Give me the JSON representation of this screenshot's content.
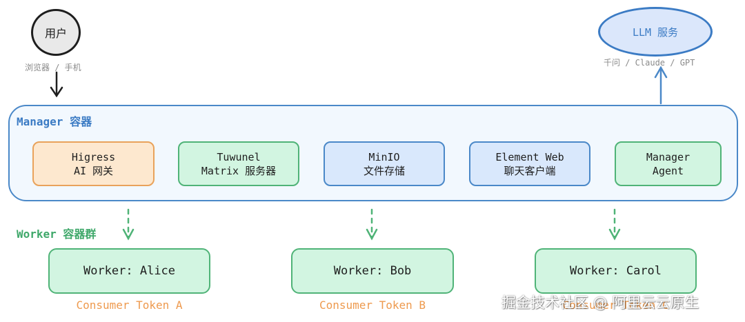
{
  "colors": {
    "manager_blue": "#4a88c8",
    "worker_green": "#4fb377",
    "token_orange": "#ee9a4e",
    "higress_orange": "#e9a25a"
  },
  "user": {
    "label": "用户",
    "caption": "浏览器 / 手机"
  },
  "llm": {
    "label": "LLM 服务",
    "caption": "千问 / Claude / GPT"
  },
  "manager": {
    "title": "Manager 容器",
    "components": [
      {
        "line1": "Higress",
        "line2": "AI 网关",
        "color": "orange"
      },
      {
        "line1": "Tuwunel",
        "line2": "Matrix 服务器",
        "color": "green"
      },
      {
        "line1": "MinIO",
        "line2": "文件存储",
        "color": "blue"
      },
      {
        "line1": "Element Web",
        "line2": "聊天客户端",
        "color": "blue"
      },
      {
        "line1": "Manager",
        "line2": "Agent",
        "color": "green"
      }
    ]
  },
  "workers": {
    "group_label": "Worker 容器群",
    "items": [
      {
        "label": "Worker: Alice",
        "token": "Consumer Token A"
      },
      {
        "label": "Worker: Bob",
        "token": "Consumer Token B"
      },
      {
        "label": "Worker: Carol",
        "token": "Consumer Token C"
      }
    ]
  },
  "watermark": "掘金技术社区 @ 阿里云云原生"
}
